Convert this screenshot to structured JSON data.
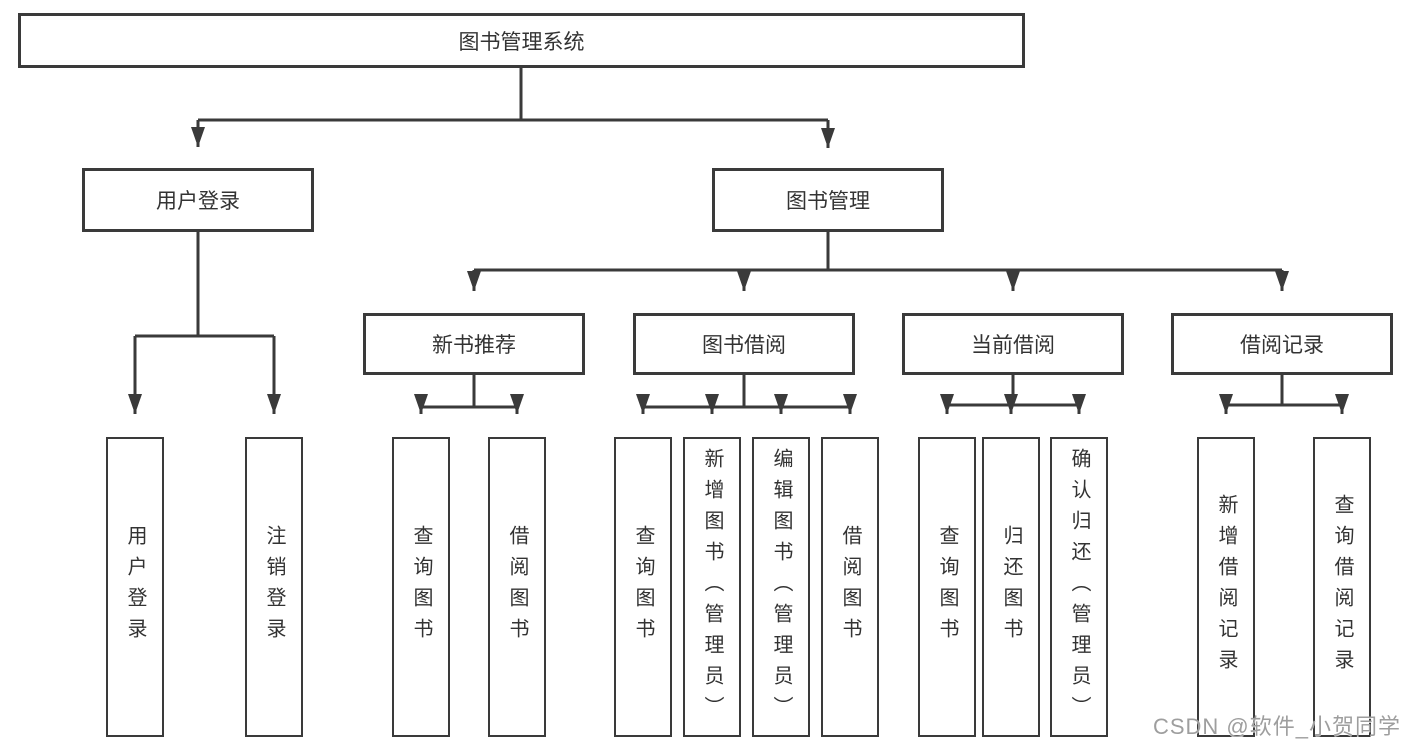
{
  "diagram": {
    "root": {
      "label": "图书管理系统"
    },
    "level2": {
      "login": {
        "label": "用户登录"
      },
      "mgmt": {
        "label": "图书管理"
      }
    },
    "level3": {
      "newbook": {
        "label": "新书推荐"
      },
      "borrow": {
        "label": "图书借阅"
      },
      "current": {
        "label": "当前借阅"
      },
      "records": {
        "label": "借阅记录"
      }
    },
    "leaves": {
      "login": [
        "用户登录",
        "注销登录"
      ],
      "newbook": [
        "查询图书",
        "借阅图书"
      ],
      "borrow": [
        "查询图书",
        "新增图书（管理员）",
        "编辑图书（管理员）",
        "借阅图书"
      ],
      "current": [
        "查询图书",
        "归还图书",
        "确认归还（管理员）"
      ],
      "records": [
        "新增借阅记录",
        "查询借阅记录"
      ]
    }
  },
  "watermark": "CSDN @软件_小贺同学",
  "colors": {
    "line": "#3a3a3a",
    "text": "#333333",
    "watermark": "#9e9e9e",
    "bg": "#ffffff"
  }
}
